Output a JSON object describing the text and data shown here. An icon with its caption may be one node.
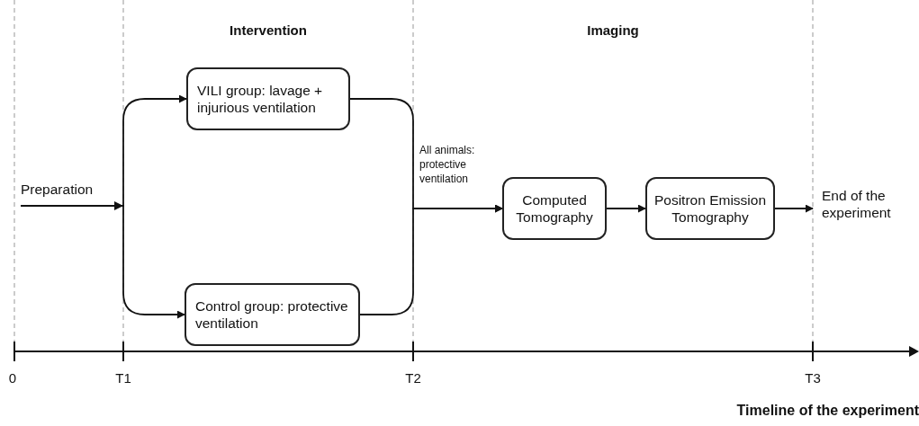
{
  "diagram": {
    "nodes": [
      {
        "text": [
          "Preparation"
        ]
      },
      {
        "text": [
          "VILI group: lavage + injurious ventilation"
        ]
      },
      {
        "text": [
          "Control group: protective ventilation"
        ]
      },
      {
        "text": [
          "Computed Tomography"
        ]
      },
      {
        "text": [
          "Positron Emission Tomography"
        ]
      },
      {
        "text": [
          "End of the experiment"
        ]
      }
    ],
    "edges": [
      {
        "from": 0,
        "to": 1,
        "arrow": "to"
      },
      {
        "from": 0,
        "to": 2,
        "arrow": "to"
      },
      {
        "from": 1,
        "to": 3,
        "arrow": "to",
        "label": "All animals: protective ventilation"
      },
      {
        "from": 2,
        "to": 3,
        "arrow": "to"
      },
      {
        "from": 3,
        "to": 4,
        "arrow": "to"
      },
      {
        "from": 4,
        "to": 5,
        "arrow": "to"
      }
    ],
    "labels": [
      "Intervention",
      "Imaging",
      "0",
      "T1",
      "T2",
      "T3",
      "Timeline of the experiment"
    ]
  }
}
